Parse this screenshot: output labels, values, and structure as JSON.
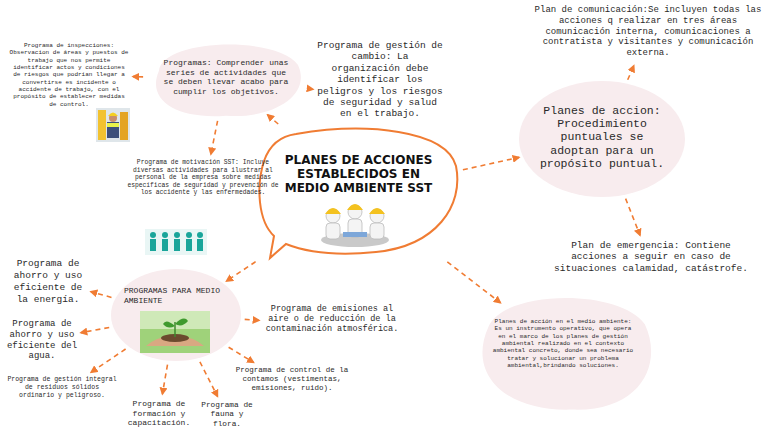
{
  "diagram": {
    "nodes": [
      {
        "text": [
          "Programa de inspecciones: Observacion de áreas y puestos de trabajo que nos permite identificar actos y condiciones de riesgos que podrían llegar a convertirse es incidente o accidente de trabajo, con el propósito de establecer medidas de control."
        ]
      },
      {
        "text": [
          "Programas: Comprender unas series de actividades que se deben llevar acabo para cumplir los objetivos."
        ]
      },
      {
        "text": [
          "Programa de gestión de cambio: La organización debe identificar los peligros y los riesgos de seguridad y salud en el trabajo."
        ]
      },
      {
        "text": [
          "Plan de comunicación:Se incluyen todas las acciones q realizar en tres áreas comunicación interna, comunicaciones a contratista y visitantes y comunicación externa."
        ]
      },
      {
        "text": [
          "PLANES DE ACCIONES ESTABLECIDOS EN MEDIO AMBIENTE SST"
        ]
      },
      {
        "text": [
          "Planes de accion: Procedimiento puntuales se adoptan para un propósito puntual."
        ]
      },
      {
        "text": [
          "Programa de motivación SST: Incluye diversas actividades para ilustrar al personal de la empresa sobre medidas específicas de seguridad y prevención de los accidente y las enfermedades."
        ]
      },
      {
        "text": [
          "Plan de emergencia: Contiene acciones a seguir en caso de situaciones calamidad, catástrofe."
        ]
      },
      {
        "text": [
          "Programa de ahorro y uso eficiente de la energía."
        ]
      },
      {
        "text": [
          "PROGRAMAS PARA MEDIO AMBIENTE"
        ]
      },
      {
        "text": [
          "Programa de emisiones al aire o de reducción de la contaminación atmosférica."
        ]
      },
      {
        "text": [
          "Planes de acción en el medio ambiente: Es un instrumento operativo, que opera en el marco de los planes de gestión ambiental realizado en el contexto ambiental concreto, donde sea necesario tratar y solucionar un problema ambiental,brindando soluciones."
        ]
      },
      {
        "text": [
          "Programa de ahorro y uso eficiente del agua."
        ]
      },
      {
        "text": [
          "Programa de control de la contamos (vestimentas, emisiones, ruido)."
        ]
      },
      {
        "text": [
          "Programa de gestión integral de residuos sólidos ordinario y peligroso."
        ]
      },
      {
        "text": [
          "Programa de formación y capacitación."
        ]
      },
      {
        "text": [
          "Programa de fauna y flora."
        ]
      }
    ],
    "edges": [
      {
        "from": 4,
        "to": 1,
        "arrow": "to"
      },
      {
        "from": 1,
        "to": 0,
        "arrow": "to"
      },
      {
        "from": 1,
        "to": 2,
        "arrow": "to"
      },
      {
        "from": 1,
        "to": 6,
        "arrow": "to"
      },
      {
        "from": 4,
        "to": 5,
        "arrow": "to"
      },
      {
        "from": 5,
        "to": 3,
        "arrow": "to"
      },
      {
        "from": 5,
        "to": 7,
        "arrow": "to"
      },
      {
        "from": 4,
        "to": 9,
        "arrow": "to"
      },
      {
        "from": 4,
        "to": 11,
        "arrow": "to"
      },
      {
        "from": 9,
        "to": 8,
        "arrow": "to"
      },
      {
        "from": 9,
        "to": 12,
        "arrow": "to"
      },
      {
        "from": 9,
        "to": 14,
        "arrow": "to"
      },
      {
        "from": 9,
        "to": 15,
        "arrow": "to"
      },
      {
        "from": 9,
        "to": 16,
        "arrow": "to"
      },
      {
        "from": 9,
        "to": 13,
        "arrow": "to"
      },
      {
        "from": 9,
        "to": 10,
        "arrow": "to"
      }
    ]
  }
}
